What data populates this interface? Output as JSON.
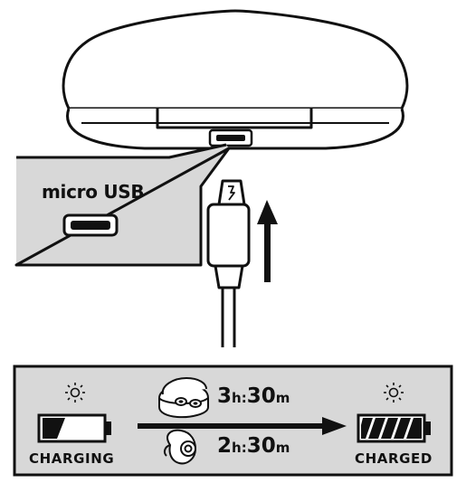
{
  "connector": {
    "label": "micro USB"
  },
  "charging": {
    "start_label": "CHARGING",
    "end_label": "CHARGED",
    "case_time": {
      "hours": "3",
      "h_unit": "h:",
      "minutes": "30",
      "m_unit": "m"
    },
    "earbud_time": {
      "hours": "2",
      "h_unit": "h:",
      "minutes": "30",
      "m_unit": "m"
    }
  }
}
